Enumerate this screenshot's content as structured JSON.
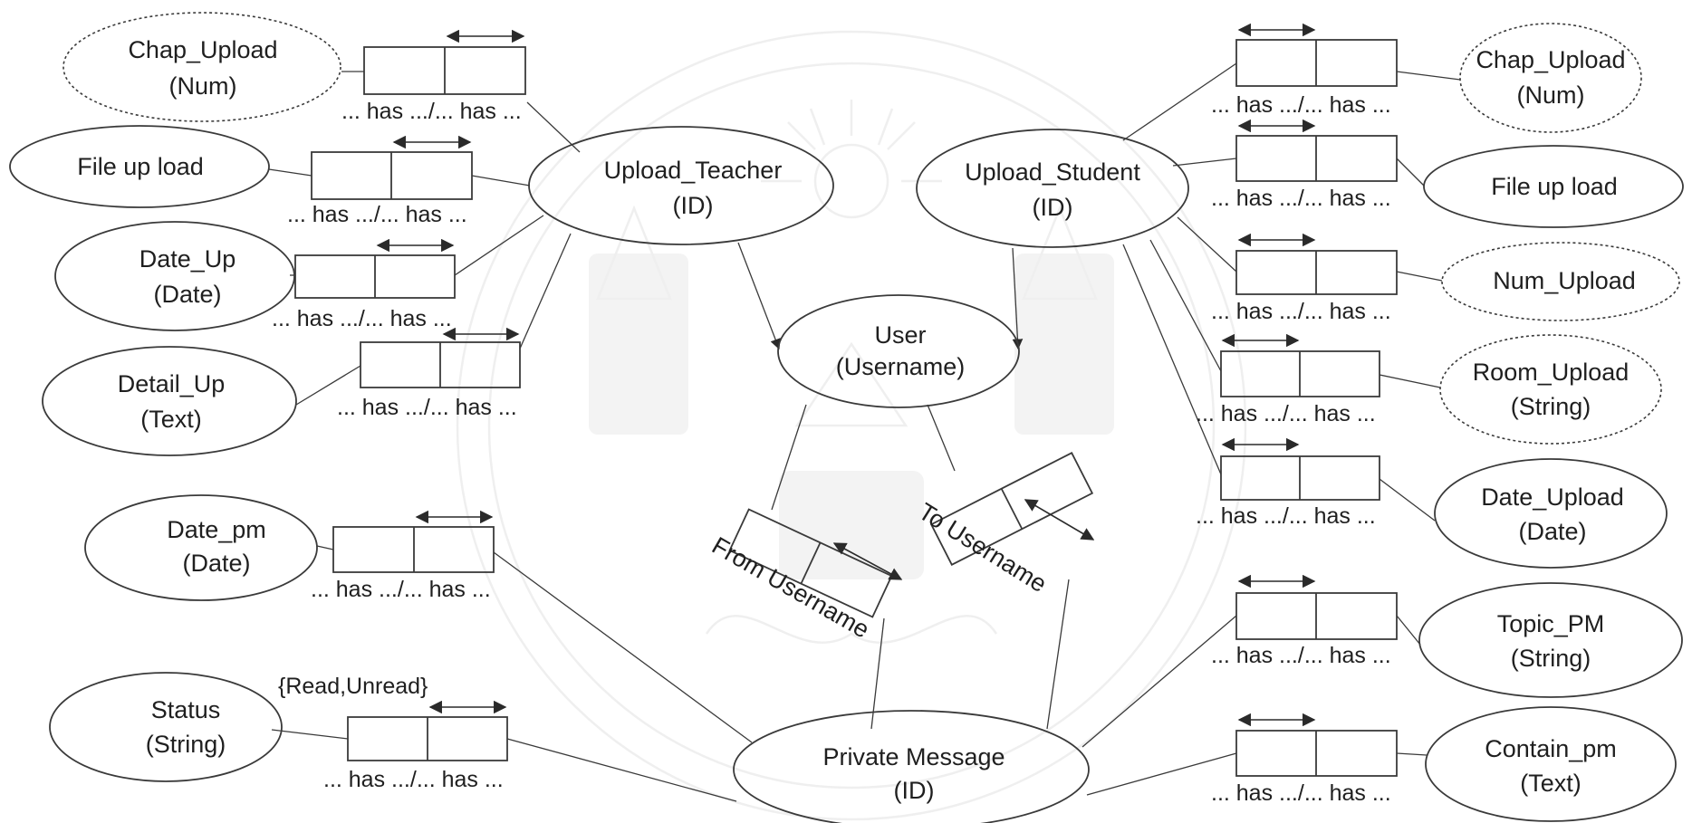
{
  "entities": {
    "upload_teacher": {
      "name": "Upload_Teacher",
      "key": "(ID)"
    },
    "upload_student": {
      "name": "Upload_Student",
      "key": "(ID)"
    },
    "user": {
      "name": "User",
      "key": "(Username)"
    },
    "private_message": {
      "name": "Private Message",
      "key": "(ID)"
    }
  },
  "attributes": {
    "teacher_chap_upload": {
      "name": "Chap_Upload",
      "type": "(Num)",
      "dashed": true
    },
    "teacher_file_upload": {
      "name": "File up load",
      "type": "",
      "dashed": false
    },
    "teacher_date_up": {
      "name": "Date_Up",
      "type": "(Date)",
      "dashed": false
    },
    "teacher_detail_up": {
      "name": "Detail_Up",
      "type": "(Text)",
      "dashed": false
    },
    "pm_date": {
      "name": "Date_pm",
      "type": "(Date)",
      "dashed": false
    },
    "pm_status": {
      "name": "Status",
      "type": "(String)",
      "dashed": false
    },
    "student_chap_upload": {
      "name": "Chap_Upload",
      "type": "(Num)",
      "dashed": true
    },
    "student_file_upload": {
      "name": "File up load",
      "type": "",
      "dashed": false
    },
    "student_num_upload": {
      "name": "Num_Upload",
      "type": "",
      "dashed": true
    },
    "student_room_upload": {
      "name": "Room_Upload",
      "type": "(String)",
      "dashed": true
    },
    "student_date_upload": {
      "name": "Date_Upload",
      "type": "(Date)",
      "dashed": false
    },
    "pm_topic": {
      "name": "Topic_PM",
      "type": "(String)",
      "dashed": false
    },
    "pm_contain": {
      "name": "Contain_pm",
      "type": "(Text)",
      "dashed": false
    }
  },
  "relationship_label": "... has .../... has ...",
  "status_values": "{Read,Unread}",
  "roles": {
    "from_username": "From Username",
    "to_username": "To Username"
  }
}
